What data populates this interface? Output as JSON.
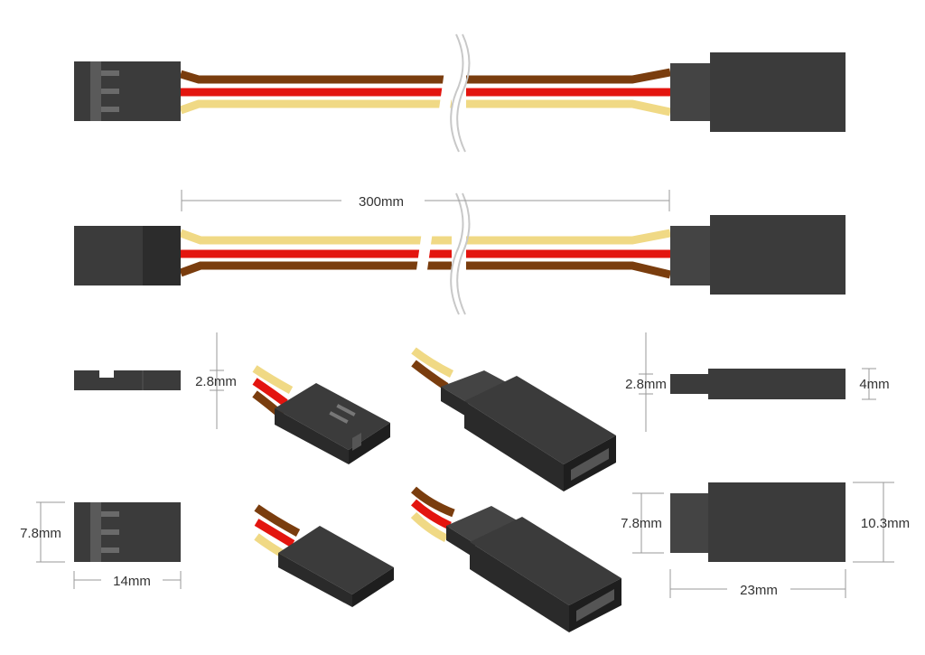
{
  "colors": {
    "housing": "#3b3b3b",
    "housing_light": "#4a4a4a",
    "wire_brown": "#7a3d0e",
    "wire_red": "#e3150f",
    "wire_yellow": "#f0d985",
    "background": "#ffffff"
  },
  "dimensions": {
    "length": "300mm",
    "male_thickness": "2.8mm",
    "male_height": "7.8mm",
    "male_length": "14mm",
    "female_thin": "2.8mm",
    "female_thick": "4mm",
    "female_height_small": "7.8mm",
    "female_height_large": "10.3mm",
    "female_length": "23mm"
  }
}
